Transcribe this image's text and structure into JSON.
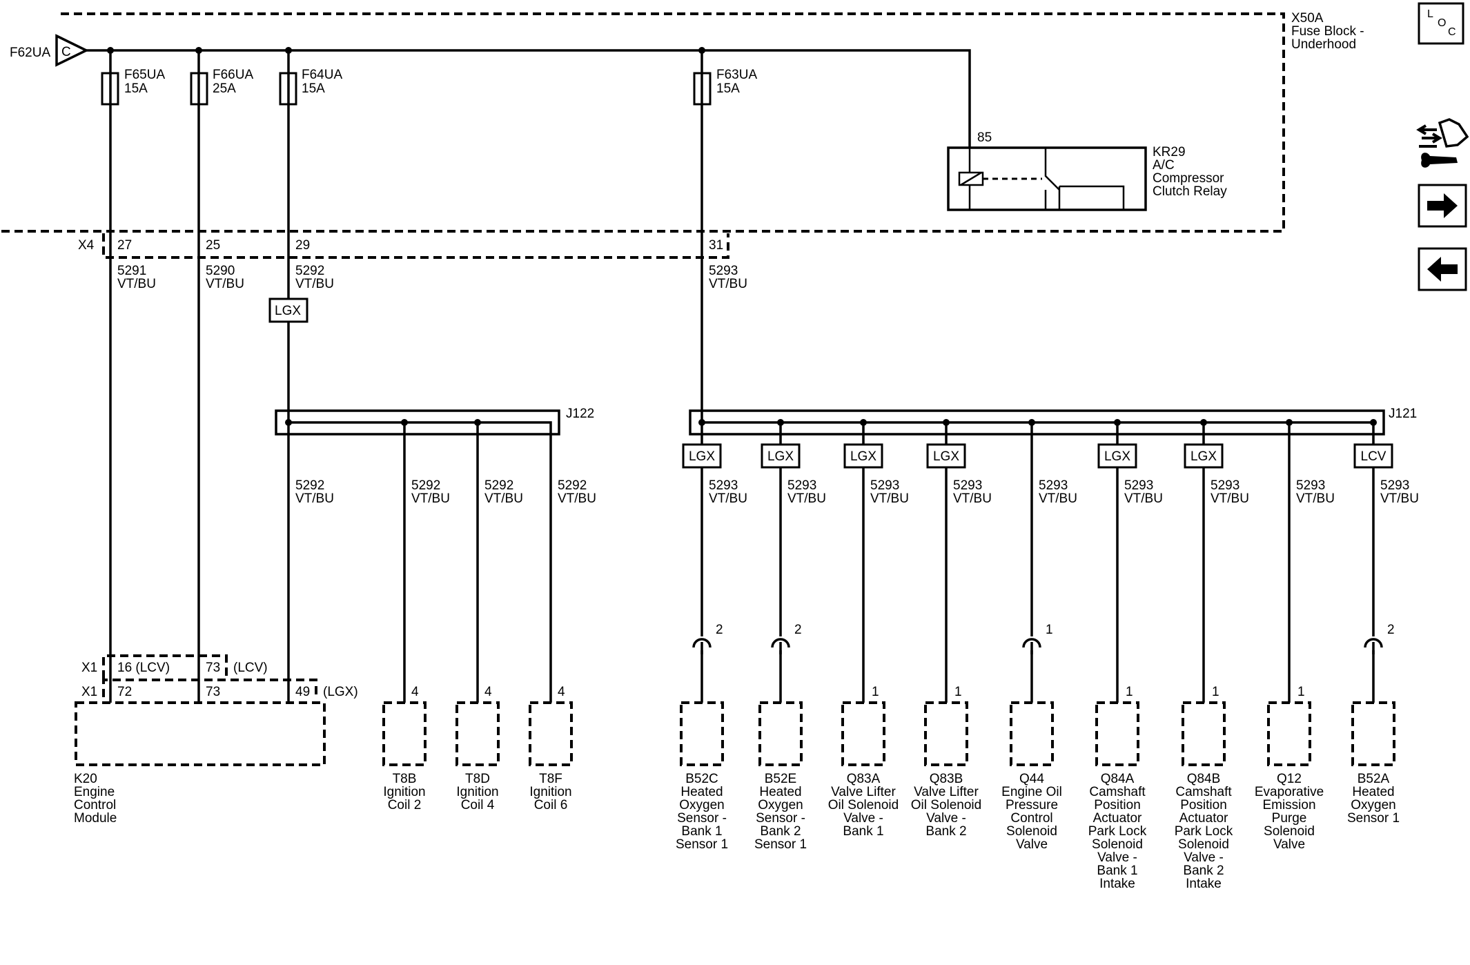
{
  "fuse_block": {
    "label_lines": [
      "X50A",
      "Fuse Block -",
      "Underhood"
    ],
    "source": {
      "ref": "F62UA",
      "letter": "C"
    },
    "fuses": [
      {
        "ref": "F65UA",
        "rating": "15A"
      },
      {
        "ref": "F66UA",
        "rating": "25A"
      },
      {
        "ref": "F64UA",
        "rating": "15A"
      },
      {
        "ref": "F63UA",
        "rating": "15A"
      }
    ]
  },
  "relay": {
    "pin": "85",
    "label_lines": [
      "KR29",
      "A/C",
      "Compressor",
      "Clutch Relay"
    ]
  },
  "connector_x4": {
    "name": "X4",
    "pins": [
      "27",
      "25",
      "29",
      "31"
    ]
  },
  "wires_upper": [
    {
      "circuit": "5291",
      "color": "VT/BU"
    },
    {
      "circuit": "5290",
      "color": "VT/BU"
    },
    {
      "circuit": "5292",
      "color": "VT/BU"
    },
    {
      "circuit": "5293",
      "color": "VT/BU"
    }
  ],
  "lgx_upper": "LGX",
  "splice_j122": {
    "name": "J122",
    "wires": [
      {
        "circuit": "5292",
        "color": "VT/BU"
      },
      {
        "circuit": "5292",
        "color": "VT/BU"
      },
      {
        "circuit": "5292",
        "color": "VT/BU"
      },
      {
        "circuit": "5292",
        "color": "VT/BU"
      }
    ]
  },
  "splice_j121": {
    "name": "J121",
    "branches": [
      {
        "option": "LGX",
        "circuit": "5293",
        "color": "VT/BU"
      },
      {
        "option": "LGX",
        "circuit": "5293",
        "color": "VT/BU"
      },
      {
        "option": "LGX",
        "circuit": "5293",
        "color": "VT/BU"
      },
      {
        "option": "LGX",
        "circuit": "5293",
        "color": "VT/BU"
      },
      {
        "option": "",
        "circuit": "5293",
        "color": "VT/BU"
      },
      {
        "option": "LGX",
        "circuit": "5293",
        "color": "VT/BU"
      },
      {
        "option": "LGX",
        "circuit": "5293",
        "color": "VT/BU"
      },
      {
        "option": "",
        "circuit": "5293",
        "color": "VT/BU"
      },
      {
        "option": "LCV",
        "circuit": "5293",
        "color": "VT/BU"
      }
    ]
  },
  "ecm_connectors": {
    "x1_upper": {
      "name": "X1",
      "pin_a": "16 (LCV)",
      "pin_b": "73",
      "suffix": "(LCV)"
    },
    "x1_lower": {
      "name": "X1",
      "pin_a": "72",
      "pin_b": "73",
      "pin_c": "49",
      "suffix": "(LGX)"
    }
  },
  "ecm": {
    "label_lines": [
      "K20",
      "Engine",
      "Control",
      "Module"
    ]
  },
  "coils": [
    {
      "pin": "4",
      "label_lines": [
        "T8B",
        "Ignition",
        "Coil 2"
      ]
    },
    {
      "pin": "4",
      "label_lines": [
        "T8D",
        "Ignition",
        "Coil 4"
      ]
    },
    {
      "pin": "4",
      "label_lines": [
        "T8F",
        "Ignition",
        "Coil 6"
      ]
    }
  ],
  "components": [
    {
      "pin": "2",
      "inline": true,
      "label_lines": [
        "B52C",
        "Heated",
        "Oxygen",
        "Sensor -",
        "Bank 1",
        "Sensor 1"
      ]
    },
    {
      "pin": "2",
      "inline": true,
      "label_lines": [
        "B52E",
        "Heated",
        "Oxygen",
        "Sensor -",
        "Bank 2",
        "Sensor 1"
      ]
    },
    {
      "pin": "1",
      "inline": false,
      "label_lines": [
        "Q83A",
        "Valve Lifter",
        "Oil Solenoid",
        "Valve -",
        "Bank 1"
      ]
    },
    {
      "pin": "1",
      "inline": false,
      "label_lines": [
        "Q83B",
        "Valve Lifter",
        "Oil Solenoid",
        "Valve -",
        "Bank 2"
      ]
    },
    {
      "pin": "1",
      "inline": true,
      "label_lines": [
        "Q44",
        "Engine Oil",
        "Pressure",
        "Control",
        "Solenoid",
        "Valve"
      ]
    },
    {
      "pin": "1",
      "inline": false,
      "label_lines": [
        "Q84A",
        "Camshaft",
        "Position",
        "Actuator",
        "Park Lock",
        "Solenoid",
        "Valve -",
        "Bank 1",
        "Intake"
      ]
    },
    {
      "pin": "1",
      "inline": false,
      "label_lines": [
        "Q84B",
        "Camshaft",
        "Position",
        "Actuator",
        "Park Lock",
        "Solenoid",
        "Valve -",
        "Bank 2",
        "Intake"
      ]
    },
    {
      "pin": "1",
      "inline": false,
      "label_lines": [
        "Q12",
        "Evaporative",
        "Emission",
        "Purge",
        "Solenoid",
        "Valve"
      ]
    },
    {
      "pin": "2",
      "inline": true,
      "label_lines": [
        "B52A",
        "Heated",
        "Oxygen",
        "Sensor 1"
      ]
    }
  ],
  "nav": {
    "loc_letters": [
      "L",
      "O",
      "C"
    ],
    "icons": [
      "connector-views-icon",
      "next-page-arrow-icon",
      "previous-page-arrow-icon"
    ]
  }
}
